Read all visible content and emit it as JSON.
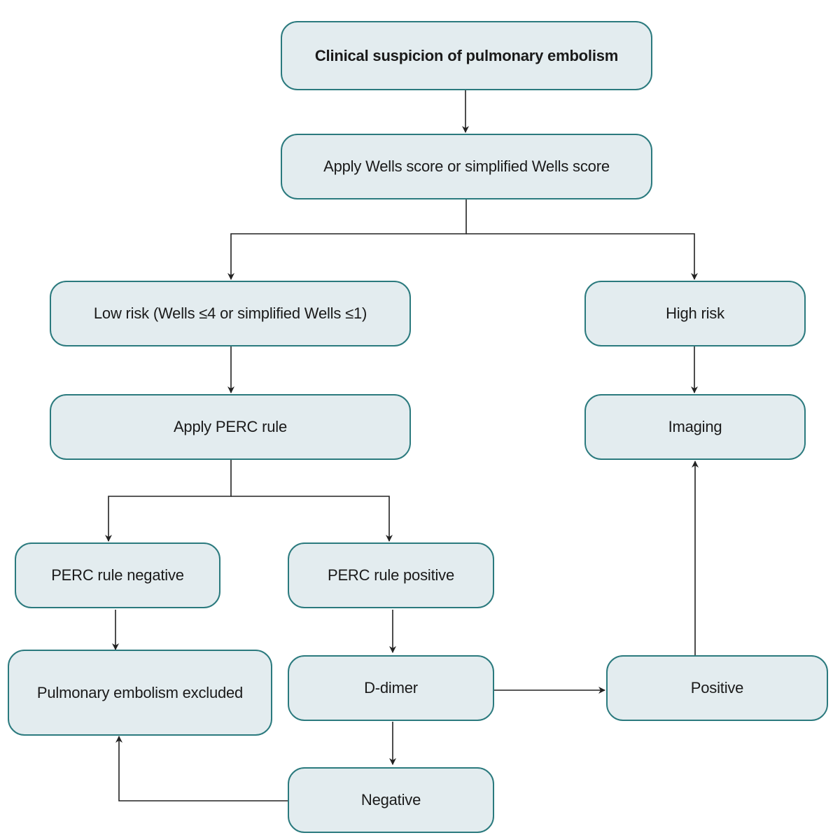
{
  "colors": {
    "box_fill": "#e3ecef",
    "box_border": "#2b7a7e",
    "arrow": "#222222"
  },
  "nodes": {
    "start": "Clinical suspicion of pulmonary embolism",
    "wells": "Apply Wells score or simplified Wells score",
    "low_risk": "Low risk (Wells ≤4 or simplified Wells ≤1)",
    "high_risk": "High risk",
    "perc": "Apply PERC rule",
    "imaging": "Imaging",
    "perc_negative": "PERC rule negative",
    "perc_positive": "PERC rule positive",
    "pe_excluded": "Pulmonary embolism excluded",
    "d_dimer": "D-dimer",
    "positive": "Positive",
    "negative": "Negative"
  }
}
